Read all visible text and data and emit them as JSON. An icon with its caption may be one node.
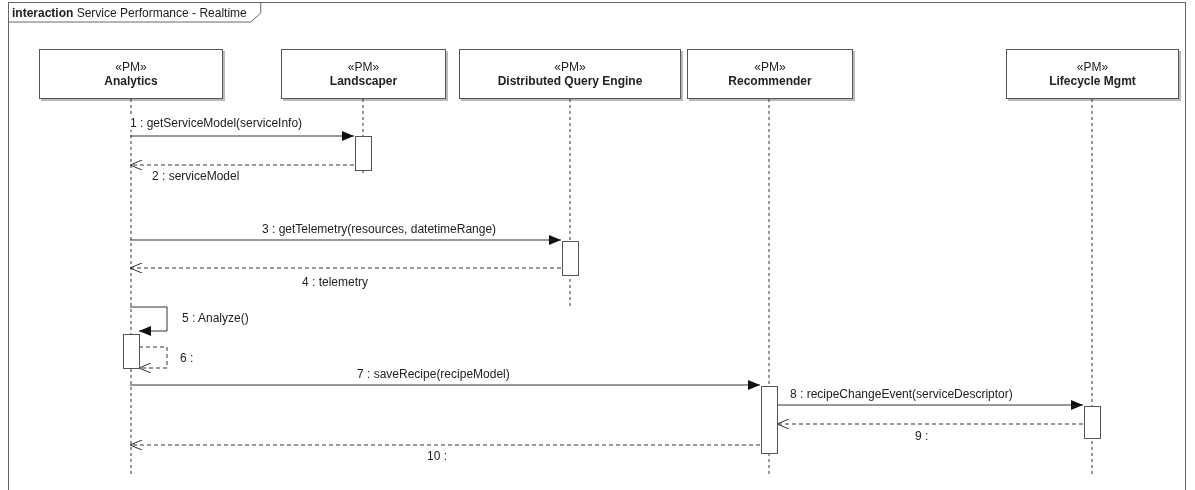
{
  "diagram": {
    "nodes": [
      {
        "text": [
          "**interaction** Service Performance - Realtime"
        ]
      },
      {
        "text": [
          "«PM»",
          "Analytics"
        ],
        "in": 0
      },
      {
        "text": [
          "«PM»",
          "Landscaper"
        ],
        "in": 0
      },
      {
        "text": [
          "«PM»",
          "Distributed Query Engine"
        ],
        "in": 0
      },
      {
        "text": [
          "«PM»",
          "Recommender"
        ],
        "in": 0
      },
      {
        "text": [
          "«PM»",
          "Lifecycle Mgmt"
        ],
        "in": 0
      },
      {
        "text": [],
        "shape": "line",
        "in": 0
      },
      {
        "text": [],
        "shape": "line",
        "in": 0
      },
      {
        "text": [],
        "shape": "line",
        "in": 0
      },
      {
        "text": [],
        "shape": "line",
        "in": 0
      },
      {
        "text": [],
        "shape": "line",
        "in": 0
      },
      {
        "text": [],
        "shape": "bar",
        "in": 7
      },
      {
        "text": [],
        "shape": "bar",
        "in": 8
      },
      {
        "text": [],
        "shape": "bar",
        "in": 6
      },
      {
        "text": [],
        "shape": "bar",
        "in": 9
      },
      {
        "text": [],
        "shape": "bar",
        "in": 10
      }
    ],
    "edges": [
      {
        "from": 6,
        "to": 11,
        "arrow": "to",
        "label": "1 : getServiceModel(serviceInfo)"
      },
      {
        "from": 11,
        "to": 6,
        "arrow": "to",
        "style": "dashed",
        "label": "2 : serviceModel"
      },
      {
        "from": 6,
        "to": 12,
        "arrow": "to",
        "label": "3 : getTelemetry(resources, datetimeRange)"
      },
      {
        "from": 12,
        "to": 6,
        "arrow": "to",
        "style": "dashed",
        "label": "4 : telemetry"
      },
      {
        "from": 6,
        "to": 13,
        "arrow": "to",
        "label": "5 : Analyze()"
      },
      {
        "from": 13,
        "to": 13,
        "arrow": "to",
        "style": "dashed",
        "label": "6 :"
      },
      {
        "from": 6,
        "to": 14,
        "arrow": "to",
        "label": "7 : saveRecipe(recipeModel)"
      },
      {
        "from": 14,
        "to": 15,
        "arrow": "to",
        "label": "8 : recipeChangeEvent(serviceDescriptor)"
      },
      {
        "from": 15,
        "to": 14,
        "arrow": "to",
        "style": "dashed",
        "label": "9 :"
      },
      {
        "from": 14,
        "to": 6,
        "arrow": "to",
        "style": "dashed",
        "label": "10 :"
      }
    ]
  }
}
